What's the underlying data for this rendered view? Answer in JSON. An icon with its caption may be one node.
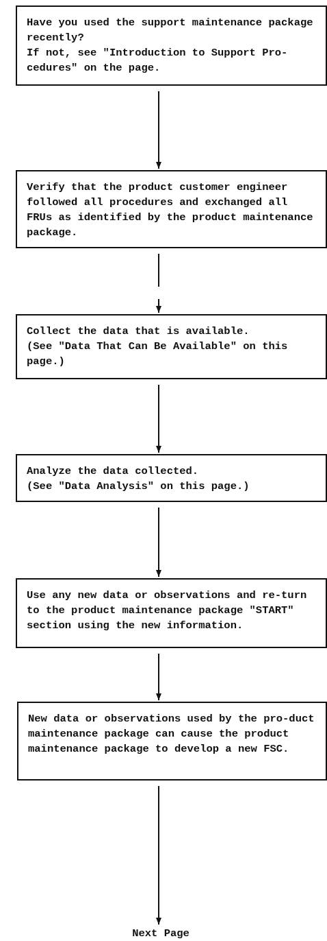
{
  "diagram": {
    "nodes": [
      {
        "text": [
          "Have you used the support maintenance package recently?",
          "If not, see \"Introduction to Support Pro-cedures\" on the page."
        ]
      },
      {
        "text": [
          "Verify that the product customer engineer followed all procedures and exchanged all FRUs as identified by the product maintenance package."
        ]
      },
      {
        "text": [
          "Collect the data that is available.",
          "(See \"Data That Can Be Available\" on this page.)"
        ]
      },
      {
        "text": [
          "Analyze the data collected.",
          "(See \"Data Analysis\" on this page.)"
        ]
      },
      {
        "text": [
          "Use any new data or observations and re-turn to the product maintenance package \"START\" section using the new information."
        ]
      },
      {
        "text": [
          "New data or observations used by the pro-duct maintenance package can cause the product maintenance package to develop a new FSC."
        ]
      },
      {
        "text": [
          "Next Page"
        ]
      }
    ],
    "edges": [
      {
        "from": 0,
        "to": 1,
        "arrow": "to"
      },
      {
        "from": 1,
        "to": 2,
        "arrow": "to",
        "style": "dashed"
      },
      {
        "from": 2,
        "to": 3,
        "arrow": "to"
      },
      {
        "from": 3,
        "to": 4,
        "arrow": "to"
      },
      {
        "from": 4,
        "to": 5,
        "arrow": "to"
      },
      {
        "from": 5,
        "to": 6,
        "arrow": "to"
      }
    ]
  }
}
